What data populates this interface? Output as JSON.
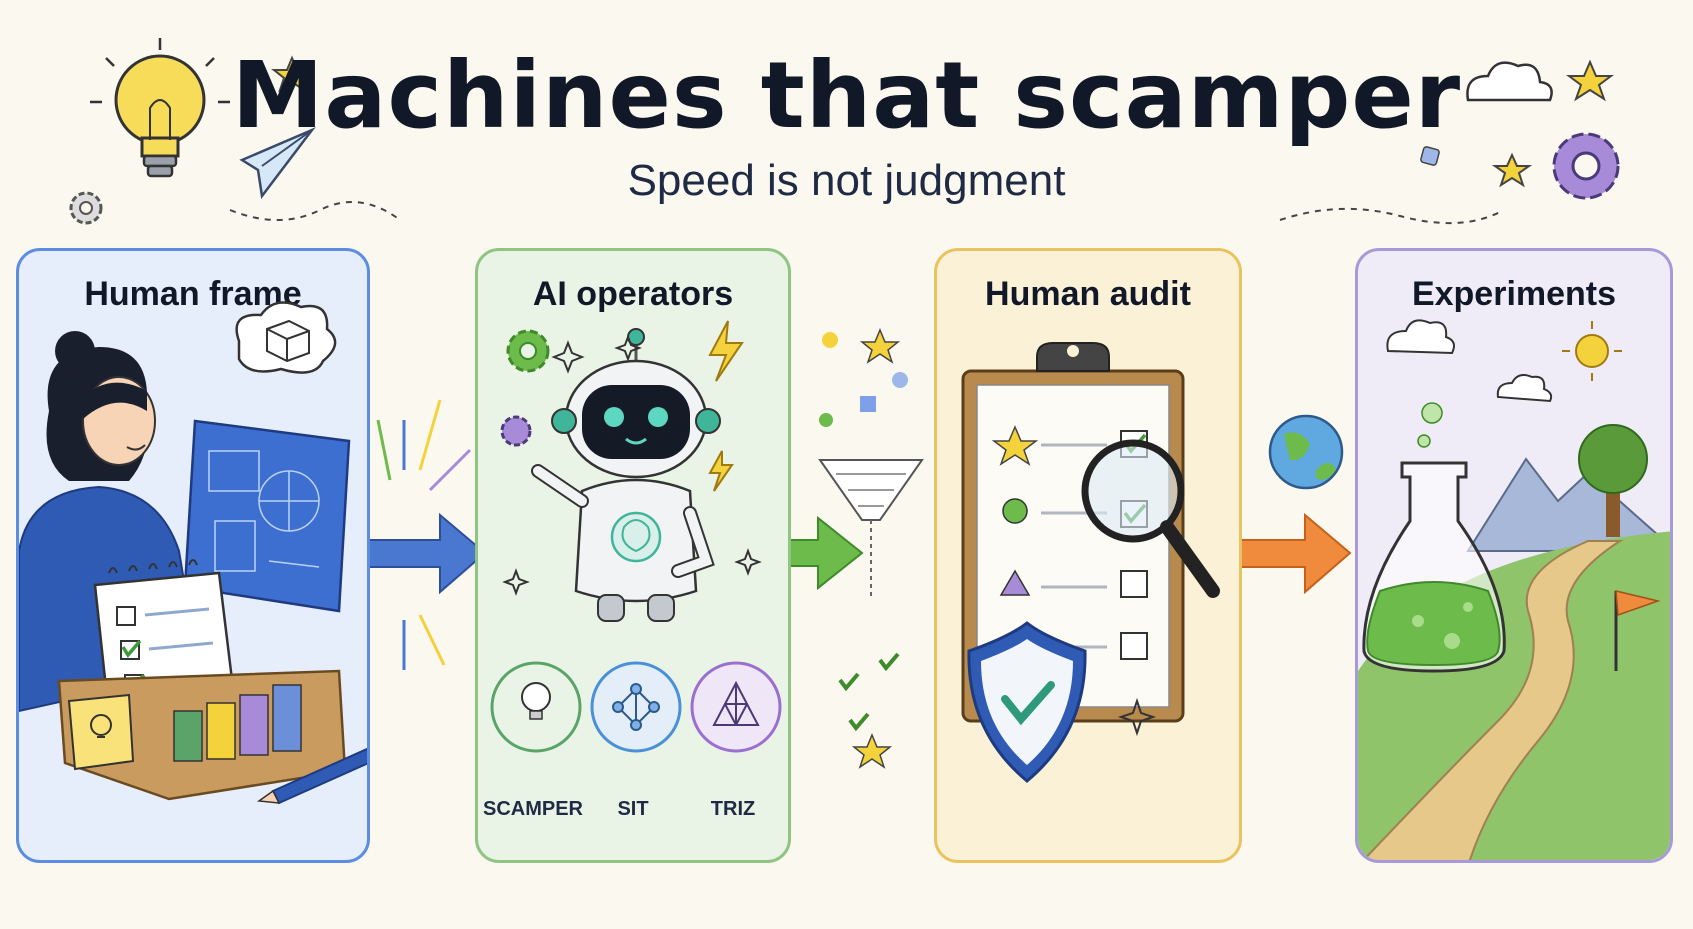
{
  "header": {
    "title": "Machines that scamper",
    "subtitle": "Speed is not judgment"
  },
  "stages": [
    {
      "label": "Human frame",
      "color": "#5b8de0",
      "icons": [
        "person-icon",
        "blueprint-icon",
        "checklist-icon",
        "toolbox-icon",
        "lightbulb-note-icon",
        "pencil-icon",
        "thought-cube-icon"
      ]
    },
    {
      "label": "AI operators",
      "color": "#8fc482",
      "icons": [
        "robot-icon",
        "gear-icon",
        "lightning-icon"
      ]
    },
    {
      "label": "Human audit",
      "color": "#e8c35f",
      "icons": [
        "clipboard-icon",
        "magnifier-icon",
        "shield-check-icon"
      ]
    },
    {
      "label": "Experiments",
      "color": "#a79ad8",
      "icons": [
        "flask-icon",
        "path-icon",
        "tree-icon",
        "flag-icon",
        "sun-icon",
        "cloud-icon"
      ]
    }
  ],
  "operators": [
    {
      "label": "SCAMPER",
      "icon": "lightbulb-icon",
      "color": "#5aa469"
    },
    {
      "label": "SIT",
      "icon": "network-icon",
      "color": "#4a90d9"
    },
    {
      "label": "TRIZ",
      "icon": "triangle-net-icon",
      "color": "#9b6fd0"
    }
  ],
  "arrows": [
    {
      "color": "#4a78d0"
    },
    {
      "color": "#6dbb4a"
    },
    {
      "color": "#f08a3c"
    }
  ],
  "decorations": [
    "lightbulb-icon",
    "paper-plane-icon",
    "gear-icon",
    "cloud-icon",
    "star-icon",
    "purple-gear-icon",
    "globe-icon",
    "funnel-icon"
  ]
}
